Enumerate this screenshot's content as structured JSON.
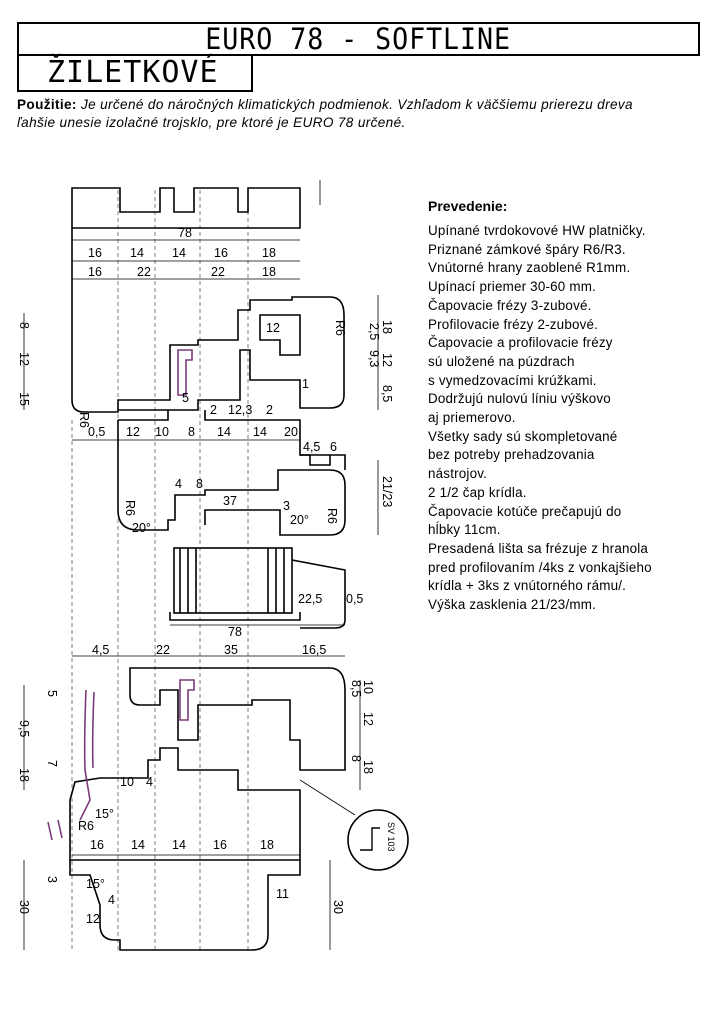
{
  "title": "EURO 78 - SOFTLINE",
  "subtitle": "ŽILETKOVÉ",
  "usage": {
    "label": "Použitie:",
    "text_line1": "Je určené do náročných klimatických podmienok. Vzhľadom k väčšiemu prierezu dreva",
    "text_line2": "ľahšie unesie izolačné trojsklo, pre ktoré je EURO 78 určené."
  },
  "details": {
    "heading": "Prevedenie:",
    "lines": [
      "Upínané tvrdokovové HW platničky.",
      "Priznané zámkové špáry R6/R3.",
      "Vnútorné hrany zaoblené R1mm.",
      "Upínací priemer 30-60 mm.",
      "Čapovacie frézy 3-zubové.",
      "Profilovacie frézy 2-zubové.",
      "Čapovacie a profilovacie frézy",
      "sú uložené na púzdrach",
      "s vymedzovacími krúžkami.",
      "Dodržujú nulovú líniu výškovo",
      "aj priemerovo.",
      "Všetky sady sú skompletované",
      "bez potreby prehadzovania",
      "nástrojov.",
      "2 1/2 čap krídla.",
      "Čapovacie kotúče prečapujú do",
      "hĺbky 11cm.",
      "Presadená lišta sa frézuje z hranola",
      "pred profilovaním /4ks z vonkajšieho",
      "krídla + 3ks z vnútorného rámu/.",
      "Výška zasklenia 21/23/mm."
    ]
  },
  "drawing": {
    "dims_top_row1": [
      "78"
    ],
    "dims_top_row2": [
      "16",
      "14",
      "14",
      "16",
      "18"
    ],
    "dims_top_row3": [
      "16",
      "22",
      "22",
      "18"
    ],
    "dims_left_upper": [
      "8",
      "12",
      "15"
    ],
    "dims_right_upper": [
      "18",
      "2,5",
      "9,3",
      "12",
      "8,5"
    ],
    "dims_mid_row": [
      "0,5",
      "12",
      "10",
      "8",
      "14",
      "14",
      "20"
    ],
    "dims_inner": [
      "12",
      "5",
      "2",
      "12,3",
      "2",
      "1",
      "4,5",
      "6",
      "4",
      "8",
      "37",
      "3"
    ],
    "dims_right_mid": [
      "21/23"
    ],
    "dims_glass": [
      "22,5",
      "0,5",
      "78"
    ],
    "dims_lower_row": [
      "4,5",
      "22",
      "35",
      "16,5"
    ],
    "dims_left_lower": [
      "5",
      "9,5",
      "7",
      "18"
    ],
    "dims_right_lower": [
      "10",
      "8,5",
      "12",
      "8",
      "18"
    ],
    "dims_sill": [
      "10",
      "4"
    ],
    "dims_bottom_row": [
      "16",
      "14",
      "14",
      "16",
      "18"
    ],
    "dims_bottom_left": [
      "3",
      "30",
      "4",
      "12"
    ],
    "dims_bottom_right": [
      "11",
      "30"
    ],
    "radius_labels": [
      "R6",
      "R6",
      "R6",
      "R6",
      "R6"
    ],
    "angle_labels": [
      "20°",
      "20°",
      "15°",
      "15°"
    ],
    "detail_label": "SV 103"
  }
}
